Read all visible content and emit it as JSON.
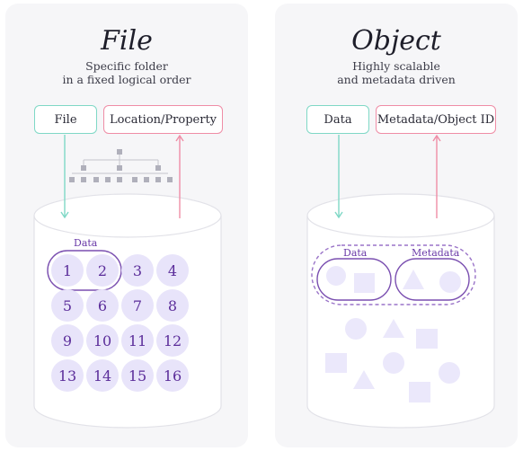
{
  "file_panel": {
    "title": "File",
    "subtitle": "Specific folder\nin a fixed logical order",
    "box_data": "File",
    "box_location": "Location/Property",
    "data_group_label": "Data",
    "cells": [
      "1",
      "2",
      "3",
      "4",
      "5",
      "6",
      "7",
      "8",
      "9",
      "10",
      "11",
      "12",
      "13",
      "14",
      "15",
      "16"
    ]
  },
  "object_panel": {
    "title": "Object",
    "subtitle": "Highly scalable\nand metadata driven",
    "box_data": "Data",
    "box_metadata": "Metadata/Object ID",
    "data_label": "Data",
    "metadata_label": "Metadata"
  },
  "colors": {
    "teal": "#7fd8c6",
    "pink": "#ef8da6",
    "purple": "#7a4fb0",
    "shape_fill": "#ebe8fb",
    "tree_gray": "#b0b0bb"
  }
}
